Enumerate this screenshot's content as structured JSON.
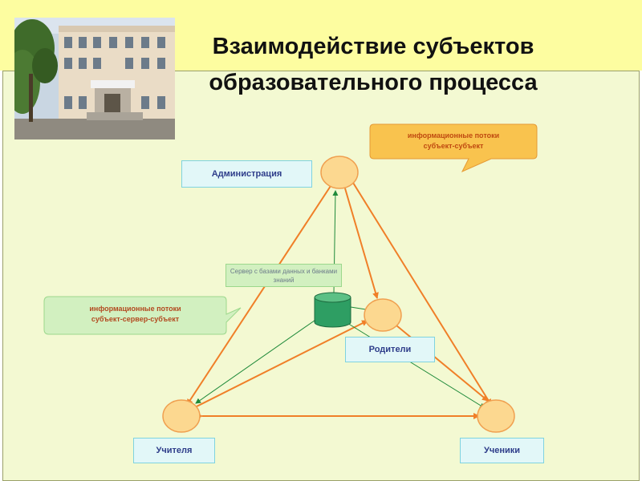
{
  "slide": {
    "title_line1": "Взаимодействие субъектов",
    "title_line2": "образовательного процесса"
  },
  "photo": {
    "icon": "school-building-photo"
  },
  "nodes": {
    "administration": "Администрация",
    "teachers": "Учителя",
    "students": "Ученики",
    "parents": "Родители"
  },
  "server": {
    "label": "Сервер с базами данных и банками знаний",
    "icon": "database-cylinder-icon"
  },
  "callouts": {
    "subject_subject": {
      "line1": "информационные потоки",
      "line2": "субъект-субъект"
    },
    "subject_server_subject": {
      "line1": "информационные потоки",
      "line2": "субъект-сервер-субъект"
    }
  },
  "colors": {
    "orange_flow": "#f07f28",
    "green_flow": "#1f8a3a",
    "node_fill": "#fcd890",
    "node_stroke": "#f0a050",
    "callout_orange_fill": "#f9c34e",
    "callout_green_fill": "#d2f0c0",
    "label_box_fill": "#e2f7f8",
    "cylinder_fill": "#2e9e63",
    "header_band": "#fdfda0",
    "panel_bg": "#f3f9d2"
  }
}
